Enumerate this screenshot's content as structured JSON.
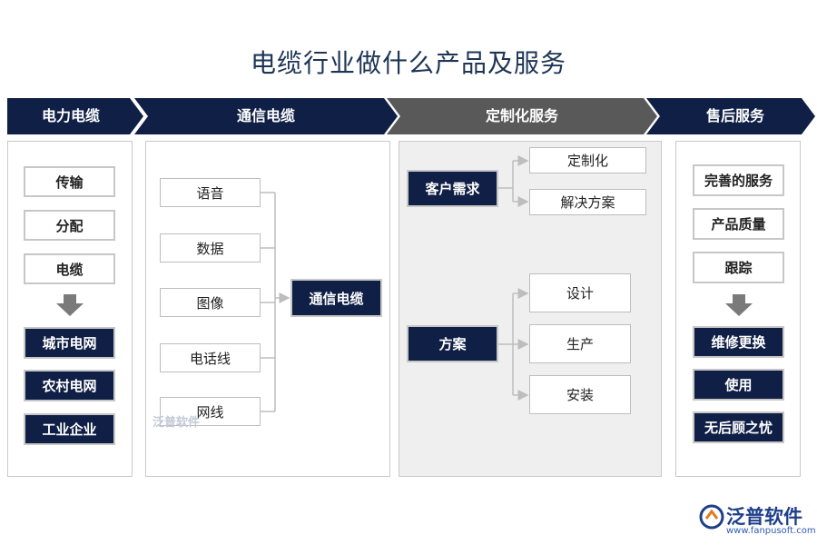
{
  "title": "电缆行业做什么产品及服务",
  "banners": [
    {
      "label": "电力电缆",
      "color": "#0f1f45"
    },
    {
      "label": "通信电缆",
      "color": "#0f1f45"
    },
    {
      "label": "定制化服务",
      "color": "#595959"
    },
    {
      "label": "售后服务",
      "color": "#0f1f45"
    }
  ],
  "power": {
    "top_items": [
      "传输",
      "分配",
      "电缆"
    ],
    "bottom_items": [
      "城市电网",
      "农村电网",
      "工业企业"
    ]
  },
  "comm": {
    "inputs": [
      "语音",
      "数据",
      "图像",
      "电话线",
      "网线"
    ],
    "output": "通信电缆"
  },
  "custom": {
    "group1": {
      "source": "客户需求",
      "targets": [
        "定制化",
        "解决方案"
      ]
    },
    "group2": {
      "source": "方案",
      "targets": [
        "设计",
        "生产",
        "安装"
      ]
    }
  },
  "after": {
    "top_items": [
      "完善的服务",
      "产品质量",
      "跟踪"
    ],
    "bottom_items": [
      "维修更换",
      "使用",
      "无后顾之忧"
    ]
  },
  "watermark": "泛普软件",
  "logo": {
    "name": "泛普软件",
    "url": "www.fanpusoft.com"
  },
  "colors": {
    "dark": "#0f1f45",
    "gray": "#595959",
    "accent": "#1e3556"
  }
}
